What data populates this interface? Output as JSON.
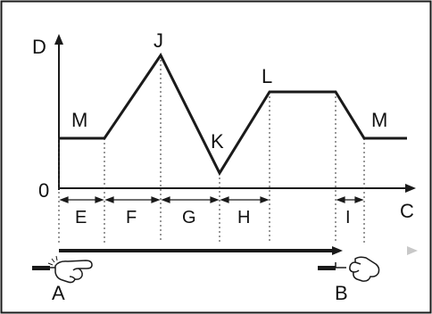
{
  "diagram": {
    "axis_labels": {
      "y": "D",
      "x": "C",
      "origin": "0"
    },
    "point_labels": {
      "m_start": "M",
      "j_peak": "J",
      "k_valley": "K",
      "l_plateau": "L",
      "m_end": "M"
    },
    "segment_labels": [
      "E",
      "F",
      "G",
      "H",
      "I"
    ],
    "markers": {
      "start": "A",
      "end": "B"
    },
    "colors": {
      "line": "#1a1a1a",
      "border": "#1a1a1a",
      "guide": "#333333",
      "fade_end": "#c8c8c8"
    },
    "icons": [
      "hand-press-icon",
      "hand-release-icon"
    ]
  }
}
